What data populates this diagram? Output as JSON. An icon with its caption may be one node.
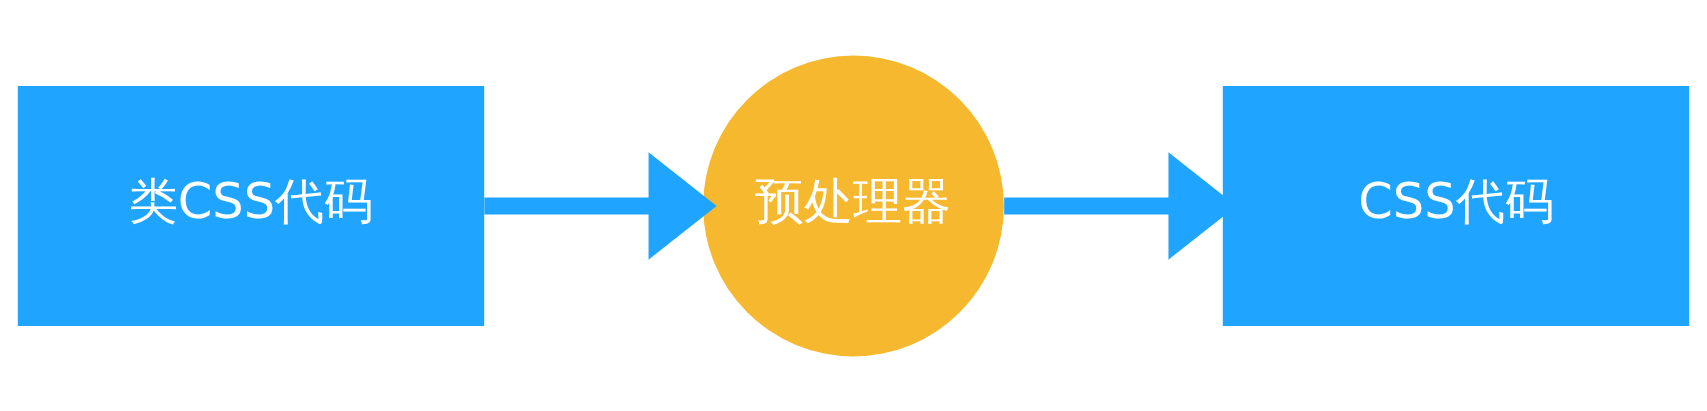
{
  "diagram": {
    "nodes": [
      {
        "text": [
          "类CSS代码"
        ]
      },
      {
        "text": [
          "预处理器"
        ]
      },
      {
        "text": [
          "CSS代码"
        ]
      }
    ],
    "edges": [
      {
        "from": 0,
        "to": 1,
        "arrow": "to"
      },
      {
        "from": 1,
        "to": 2,
        "arrow": "to"
      }
    ]
  }
}
